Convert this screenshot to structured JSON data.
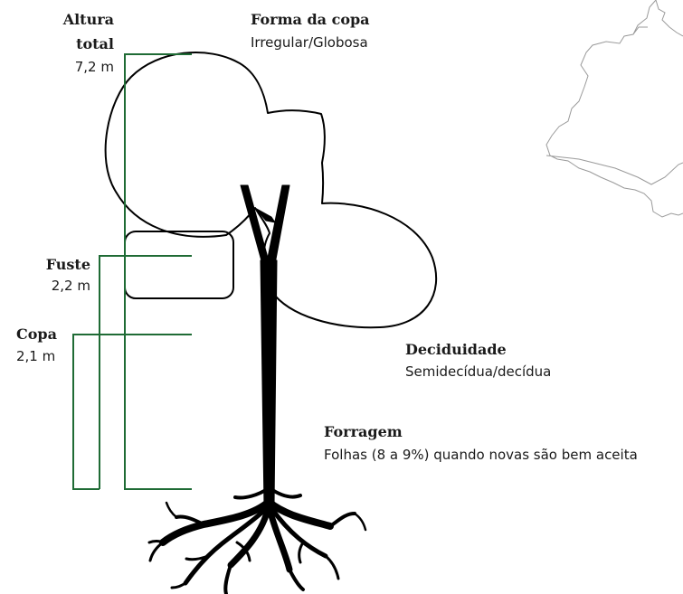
{
  "labels": {
    "altura_line1": "Altura",
    "altura_line2": "total",
    "altura_value": "7,2 m",
    "fuste_title": "Fuste",
    "fuste_value": "2,2 m",
    "copa_title": "Copa",
    "copa_value": "2,1 m",
    "forma_title": "Forma da copa",
    "forma_value": "Irregular/Globosa",
    "deciduidade_title": "Deciduidade",
    "deciduidade_value": "Semidecídua/decídua",
    "forragem_title": "Forragem",
    "forragem_value": "Folhas (8 a 9%) quando novas são bem aceita"
  },
  "colors": {
    "measure_line": "#1f6b35",
    "tree": "#000000",
    "map_outline": "#9a9a9a",
    "text": "#1a1a1a"
  },
  "icons": {
    "tree": "tree-silhouette-icon",
    "map": "region-map-icon"
  }
}
